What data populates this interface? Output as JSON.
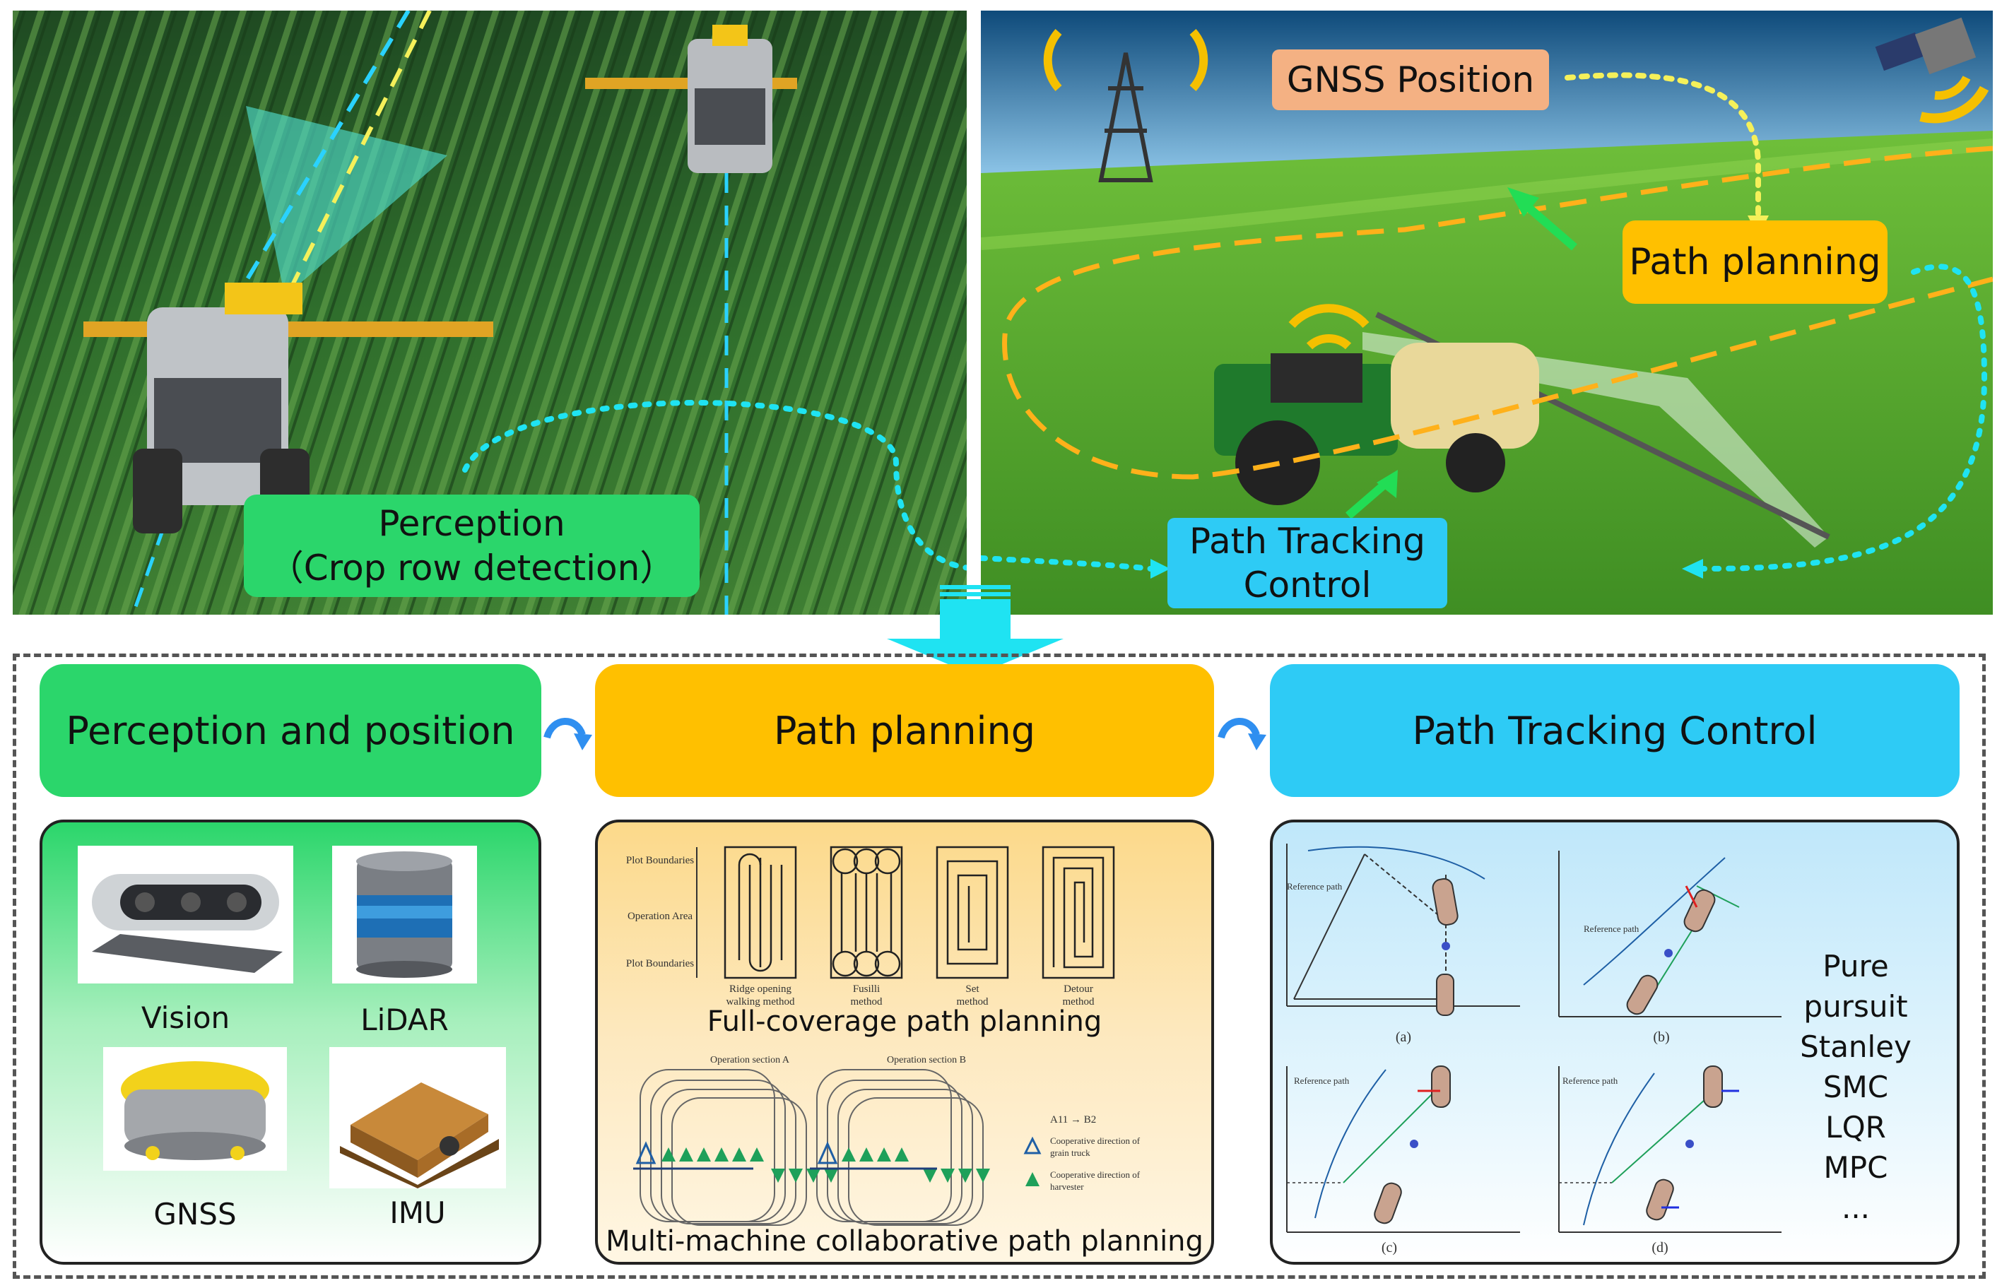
{
  "top_left": {
    "perception_label_line1": "Perception",
    "perception_label_line2": "（Crop row detection）"
  },
  "top_right": {
    "gnss_label": "GNSS Position",
    "path_planning_label": "Path planning",
    "tracking_label_line1": "Path Tracking",
    "tracking_label_line2": "Control"
  },
  "bands": {
    "perception": "Perception and position",
    "planning": "Path planning",
    "tracking": "Path Tracking Control"
  },
  "sensors": [
    {
      "label": "Vision",
      "icon": "depth-camera-icon"
    },
    {
      "label": "LiDAR",
      "icon": "lidar-icon"
    },
    {
      "label": "GNSS",
      "icon": "gnss-receiver-icon"
    },
    {
      "label": "IMU",
      "icon": "imu-icon"
    }
  ],
  "planning_panel": {
    "full_coverage_title": "Full-coverage path planning",
    "plot_boundaries_top": "Plot Boundaries",
    "operation_area": "Operation Area",
    "plot_boundaries_bottom": "Plot Boundaries",
    "methods": [
      {
        "line1": "Ridge opening",
        "line2": "walking method"
      },
      {
        "line1": "Fusilli",
        "line2": "method"
      },
      {
        "line1": "Set",
        "line2": "method"
      },
      {
        "line1": "Detour",
        "line2": "method"
      }
    ],
    "multi_title": "Multi-machine collaborative path planning",
    "section_a": "Operation section A",
    "section_b": "Operation section B",
    "legend_a11_b2": "A11 → B2",
    "legend_grain_line1": "Cooperative direction of",
    "legend_grain_line2": "grain truck",
    "legend_harvester_line1": "Cooperative direction of",
    "legend_harvester_line2": "harvester"
  },
  "tracking_panel": {
    "subfigures": [
      "(a)",
      "(b)",
      "(c)",
      "(d)"
    ],
    "reference_path": "Reference path",
    "algorithms": [
      "Pure pursuit",
      "Stanley",
      "SMC",
      "LQR",
      "MPC",
      "..."
    ]
  },
  "colors": {
    "perception_green": "#2bd66b",
    "planning_orange": "#ffc000",
    "tracking_blue": "#2ecbf5",
    "gnss_salmon": "#f4b183",
    "arrow_cyan": "#1fe3f2"
  }
}
